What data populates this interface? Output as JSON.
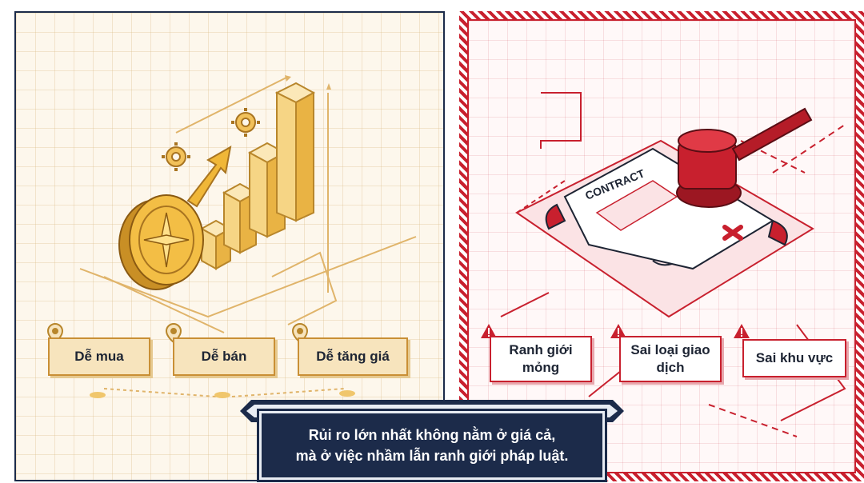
{
  "left": {
    "labels": [
      "Dễ mua",
      "Dễ bán",
      "Dễ tăng giá"
    ]
  },
  "right": {
    "contract_text": "CONTRACT",
    "labels": [
      "Ranh giới mỏng",
      "Sai loại giao dịch",
      "Sai khu vực"
    ]
  },
  "caption": {
    "line1": "Rủi ro lớn nhất không nằm ở giá cả,",
    "line2": "mà ở việc nhầm lẫn ranh giới pháp luật."
  },
  "colors": {
    "gold": "#e9a92a",
    "gold_dark": "#c98f35",
    "red": "#c8202e",
    "navy": "#1c2b4a"
  },
  "icons": [
    "gear-icon",
    "compass-coin-icon",
    "growth-arrow-icon",
    "bar-chart-icon",
    "location-pin-icon",
    "gavel-icon",
    "contract-icon",
    "cross-icon",
    "warning-icon"
  ]
}
